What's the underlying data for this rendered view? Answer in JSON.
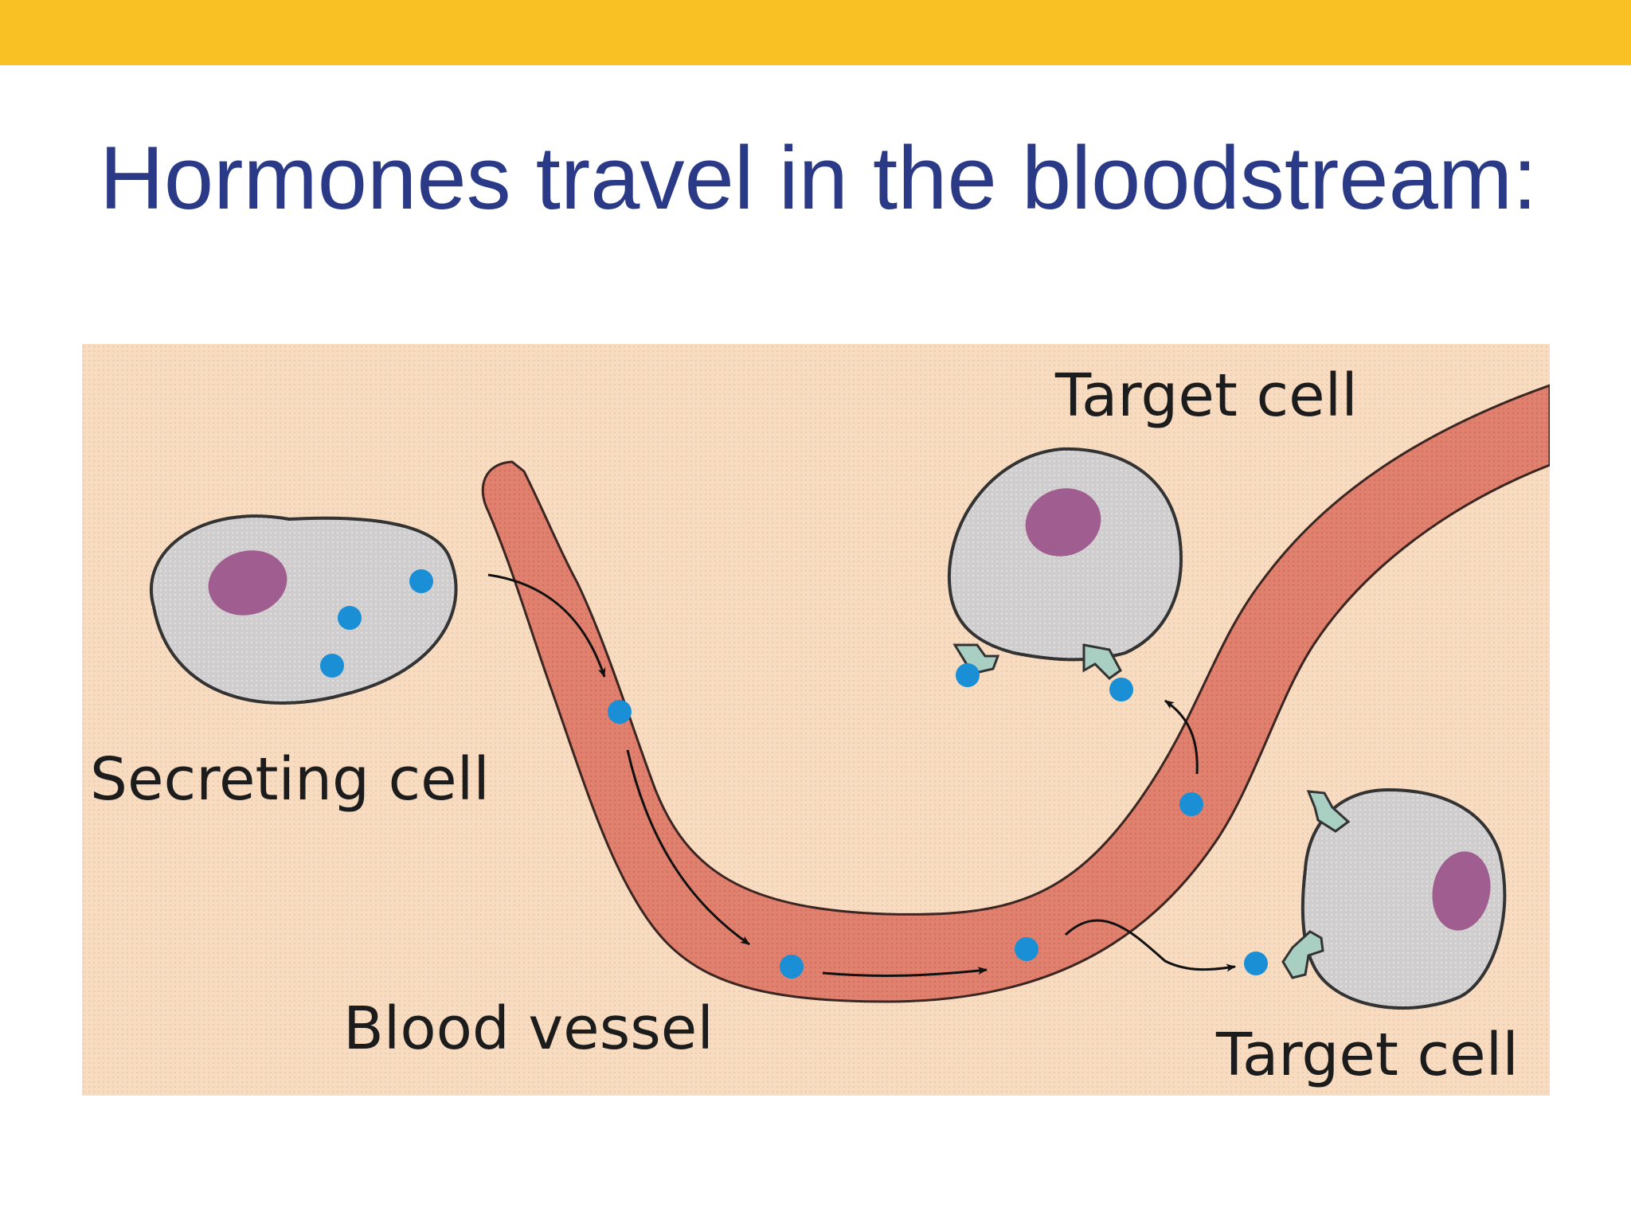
{
  "slide": {
    "title": "Hormones travel in the bloodstream:"
  },
  "figure": {
    "labels": {
      "secreting_cell": "Secreting cell",
      "blood_vessel": "Blood vessel",
      "target_cell_top": "Target cell",
      "target_cell_bottom": "Target cell"
    },
    "colors": {
      "accent_bar": "#f9c124",
      "title_text": "#2b3a87",
      "background": "#f8dcc2",
      "cell_body": "#cfcdcd",
      "nucleus": "#a05d8f",
      "vessel": "#e0816f",
      "hormone": "#1a8fd6",
      "receptor": "#a9cfc3"
    }
  }
}
